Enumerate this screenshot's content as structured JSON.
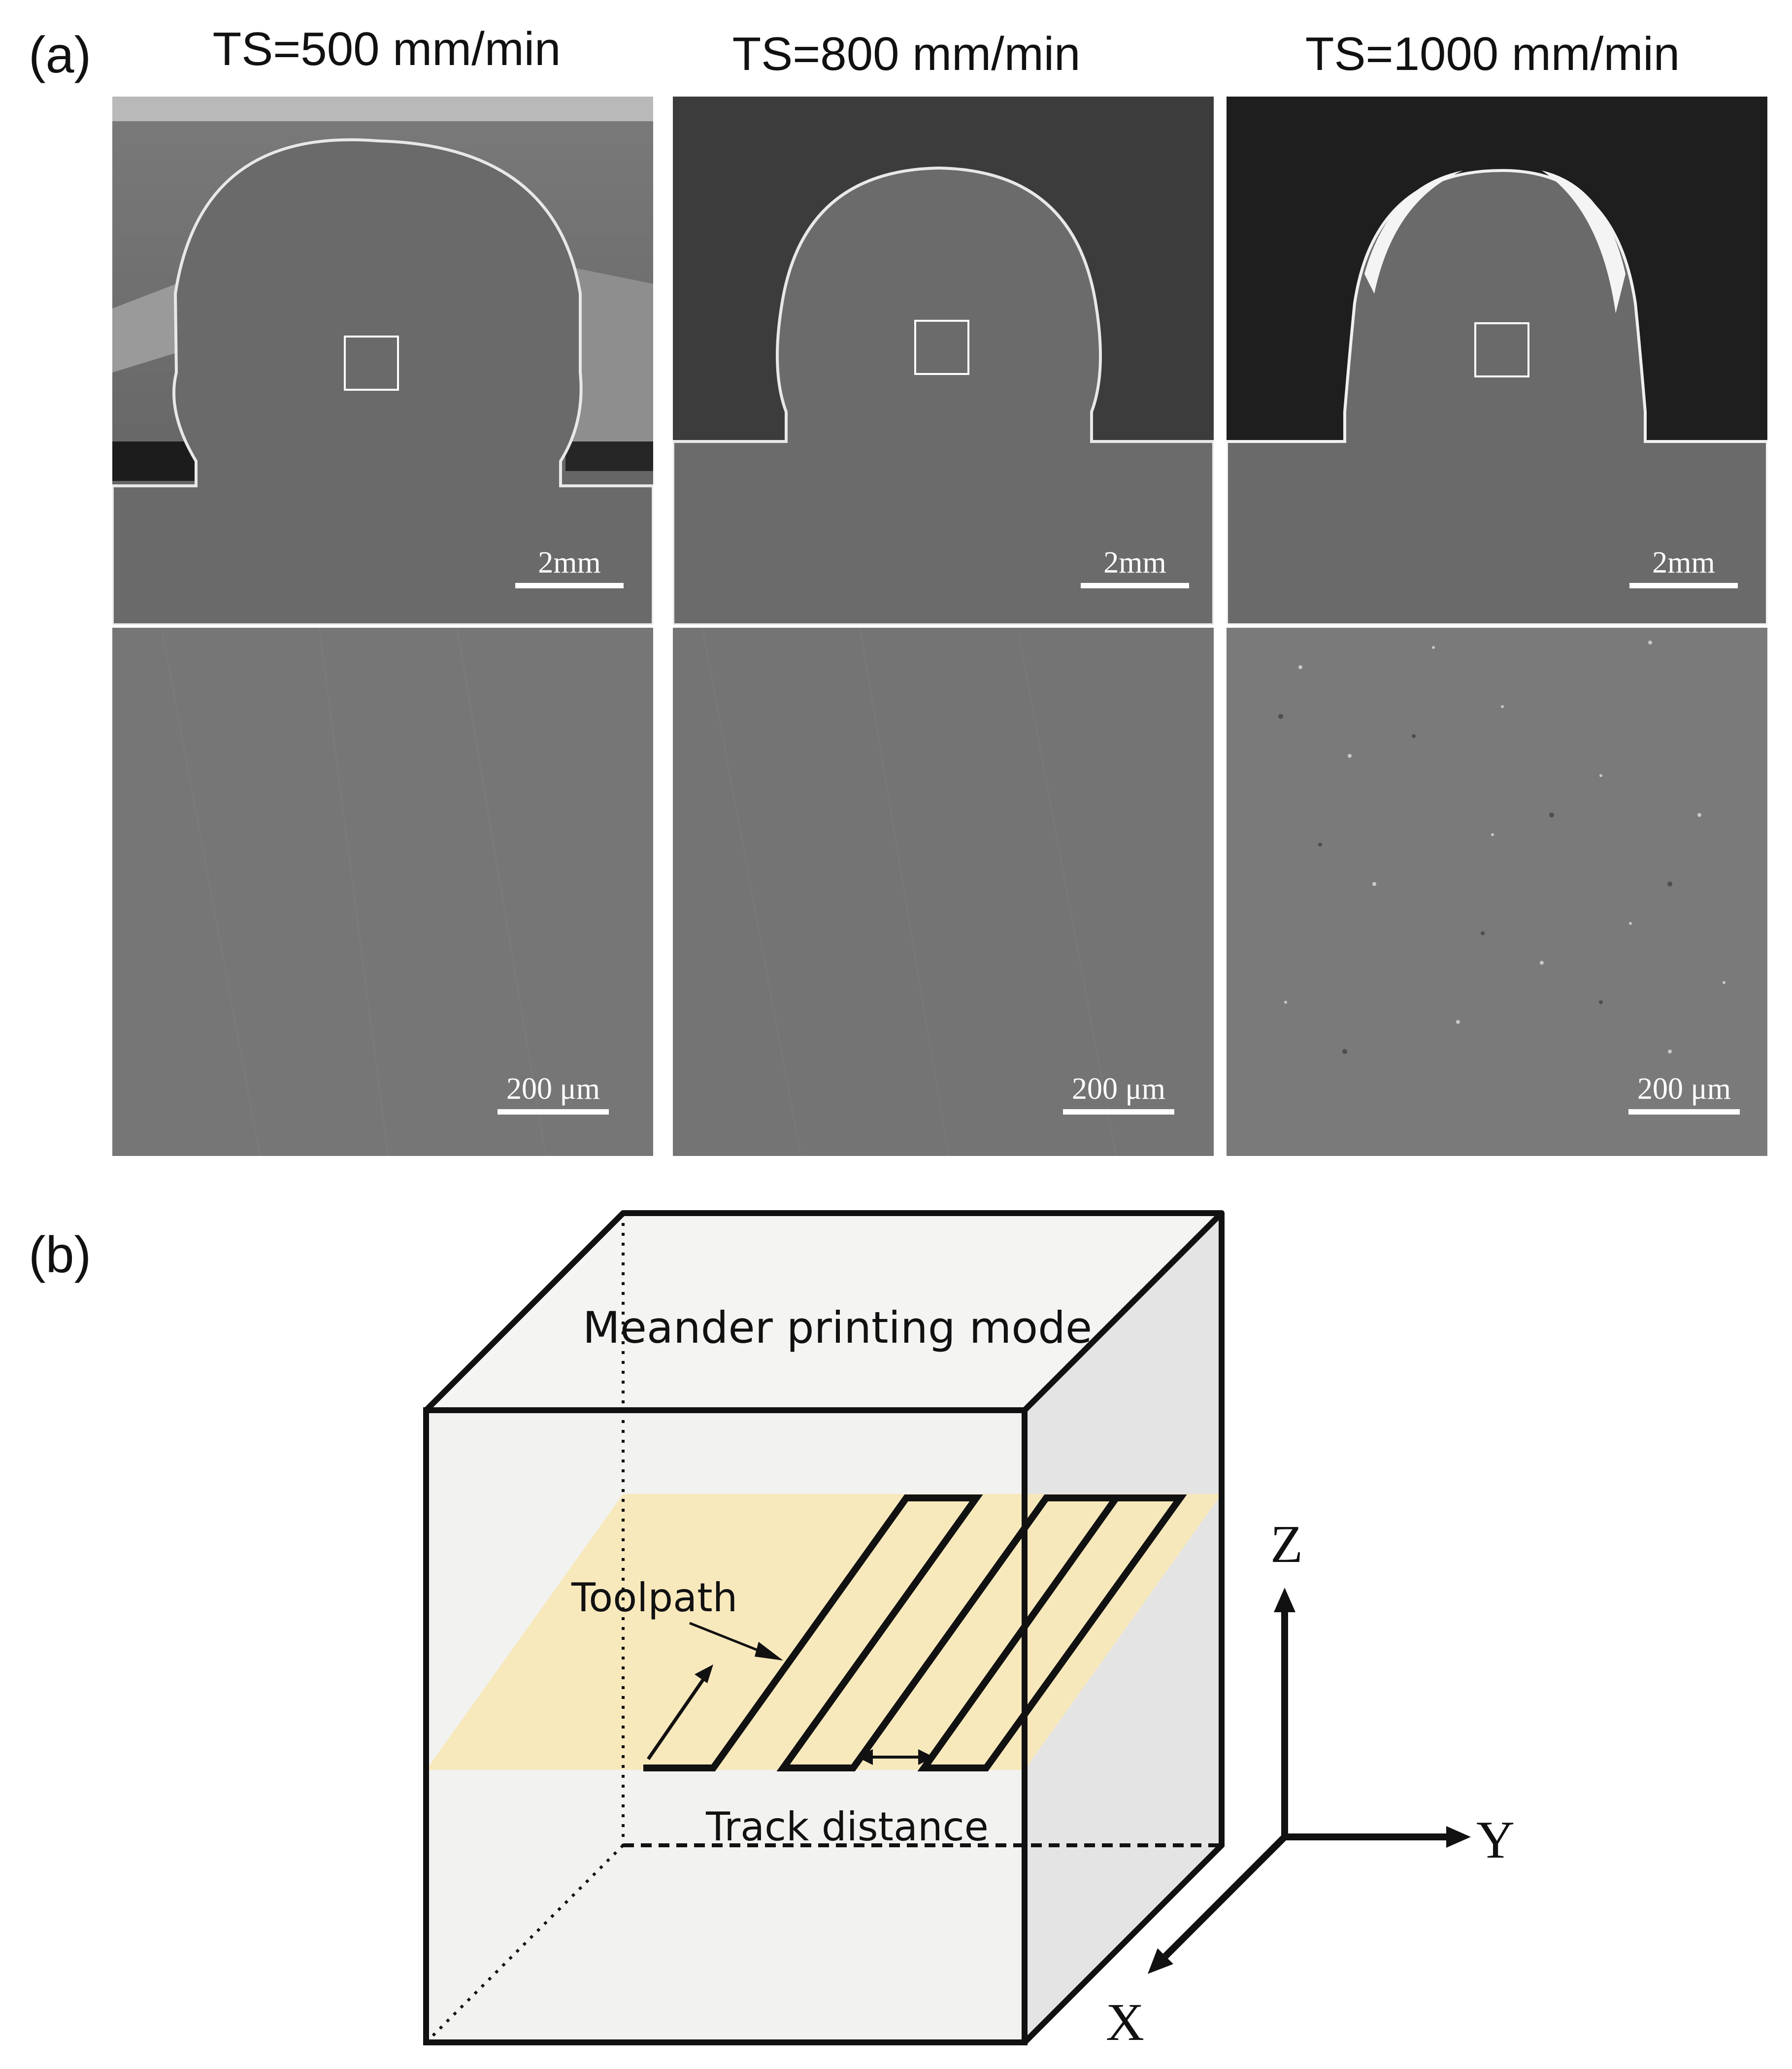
{
  "panel_a": {
    "label": "(a)",
    "columns": [
      {
        "title": "TS=500 mm/min",
        "macro_scale": "2mm",
        "micro_scale": "200 μm"
      },
      {
        "title": "TS=800 mm/min",
        "macro_scale": "2mm",
        "micro_scale": "200 μm"
      },
      {
        "title": "TS=1000 mm/min",
        "macro_scale": "2mm",
        "micro_scale": "200 μm"
      }
    ]
  },
  "panel_b": {
    "label": "(b)",
    "mode_label": "Meander printing mode",
    "toolpath_label": "Toolpath",
    "track_distance_label": "Track distance",
    "axes": {
      "z": "Z",
      "y": "Y",
      "x": "X"
    },
    "colors": {
      "layer_fill": "#f8e8b8",
      "cube_face": "#f2f2f0",
      "cube_side": "#e4e4e4"
    }
  }
}
